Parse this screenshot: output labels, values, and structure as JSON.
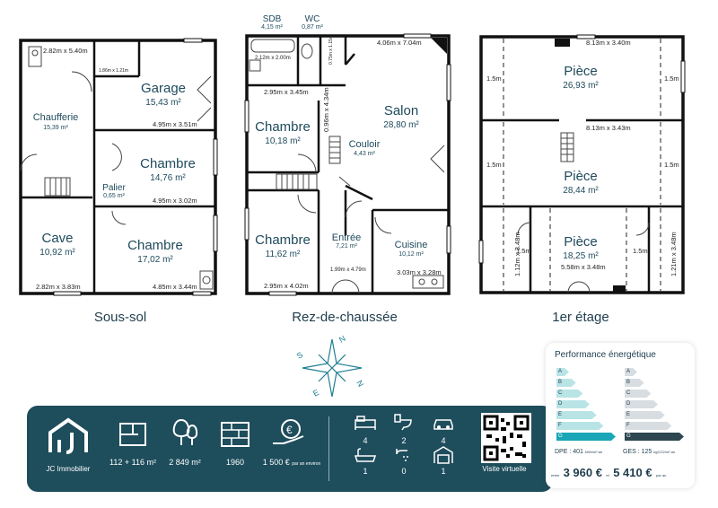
{
  "floors": {
    "basement": "Sous-sol",
    "ground": "Rez-de-chaussée",
    "first": "1er étage"
  },
  "basement_rooms": {
    "chaufferie": {
      "name": "Chaufferie",
      "area": "15,39 m²"
    },
    "garage": {
      "name": "Garage",
      "area": "15,43 m²"
    },
    "chambre1": {
      "name": "Chambre",
      "area": "14,76 m²"
    },
    "palier": {
      "name": "Palier",
      "area": "0,65 m²"
    },
    "cave": {
      "name": "Cave",
      "area": "10,92 m²"
    },
    "chambre2": {
      "name": "Chambre",
      "area": "17,02 m²"
    },
    "dims": {
      "d1": "2.82m x 5.40m",
      "d2": "1.86m x 1.21m",
      "d3": "4.95m x 3.51m",
      "d4": "4.95m x 3.02m",
      "d5": "2.82m x 3.83m",
      "d6": "4.85m x 3.44m"
    }
  },
  "ground_rooms": {
    "sdb": {
      "name": "SDB",
      "area": "4,15 m²"
    },
    "wc": {
      "name": "WC",
      "area": "0,87 m²"
    },
    "chambre1": {
      "name": "Chambre",
      "area": "10,18 m²"
    },
    "salon": {
      "name": "Salon",
      "area": "28,80 m²"
    },
    "couloir": {
      "name": "Couloir",
      "area": "4,43 m²"
    },
    "chambre2": {
      "name": "Chambre",
      "area": "11,62 m²"
    },
    "entree": {
      "name": "Entrée",
      "area": "7,21 m²"
    },
    "cuisine": {
      "name": "Cuisine",
      "area": "10,12 m²"
    },
    "dims": {
      "d1": "2.12m x 2.00m",
      "d2": "0.75m x 1.15m",
      "d3": "4.06m x 7.04m",
      "d4": "2.95m x 3.45m",
      "d5": "0.96m x 4.34m",
      "d6": "2.95m x 4.02m",
      "d7": "1.99m x 4.79m",
      "d8": "3.03m x 3.28m"
    }
  },
  "first_rooms": {
    "piece1": {
      "name": "Pièce",
      "area": "26,93 m²"
    },
    "piece2": {
      "name": "Pièce",
      "area": "28,44 m²"
    },
    "piece3": {
      "name": "Pièce",
      "area": "18,25 m²"
    },
    "dims": {
      "d1": "8.13m x 3.40m",
      "d2": "8.13m x 3.43m",
      "d3": "5.58m x 3.48m",
      "d4": "1.12m x 3.48m",
      "d5": "1.21m x 3.48m",
      "h15": "1.5m"
    }
  },
  "compass": {
    "s": "S",
    "e": "E",
    "n": "N"
  },
  "brand": {
    "name": "JC Immobilier"
  },
  "stats": {
    "surface": "112 + 116 m²",
    "terrain": "2 849 m²",
    "year": "1960",
    "tax": "1 500 €",
    "tax_suffix": "par an environ",
    "bedrooms": "4",
    "toilets": "2",
    "parking": "4",
    "baths": "1",
    "showers": "0",
    "garages": "1",
    "visit": "Visite virtuelle"
  },
  "energy": {
    "title": "Performance énergétique",
    "letters": [
      "A",
      "B",
      "C",
      "D",
      "E",
      "F",
      "G"
    ],
    "dpe_label": "DPE : 401",
    "dpe_unit": "kWh/m².an",
    "ges_label": "GES : 125",
    "ges_unit": "kgCO2/m².an",
    "cost_min_prefix": "entre",
    "cost_min": "3 960 €",
    "cost_mid": "et",
    "cost_max": "5 410 €",
    "cost_suffix": "par an",
    "dpe_class": "G",
    "ges_class": "G"
  },
  "colors": {
    "teal": "#1e4d5c",
    "dpe_fill": "#b9e4e6",
    "dpe_active": "#1aa6b7",
    "ges_fill": "#d7dde0",
    "ges_active": "#2d4650"
  }
}
